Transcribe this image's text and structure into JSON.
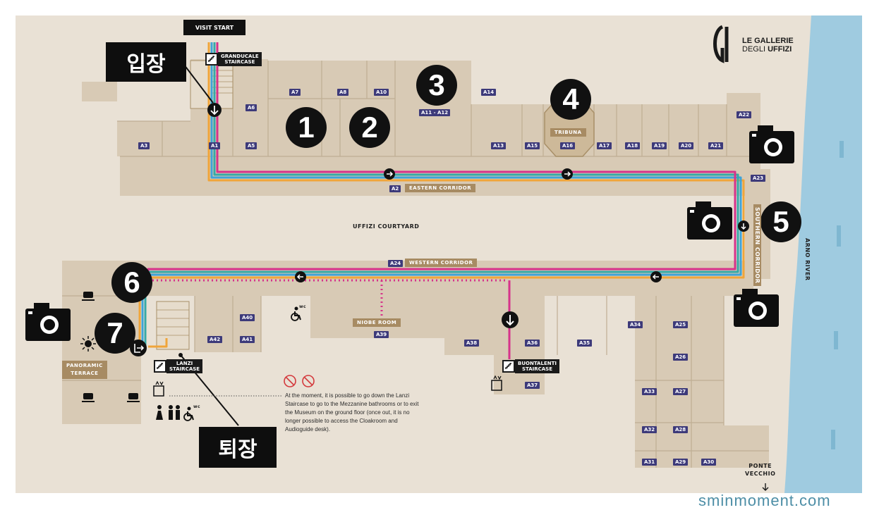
{
  "map": {
    "visit_start": "VISIT START",
    "entrance": "입장",
    "exit": "퇴장",
    "courtyard": "UFFIZI COURTYARD",
    "river": "ARNO RIVER",
    "ponte_vecchio": "PONTE\nVECCHIO",
    "watermark": "sminmoment.com",
    "logo": {
      "line1": "LE GALLERIE",
      "line2_a": "DEGLI ",
      "line2_b": "UFFIZI"
    },
    "corridors": {
      "eastern": "EASTERN CORRIDOR",
      "western": "WESTERN CORRIDOR",
      "southern": "SOUTHERN CORRIDOR"
    },
    "halls": {
      "tribuna": "TRIBUNA",
      "niobe": "NIOBE ROOM",
      "terrace": "PANORAMIC\nTERRACE"
    },
    "staircases": {
      "granducale": "GRANDUCALE\nSTAIRCASE",
      "lanzi": "LANZI\nSTAIRCASE",
      "buontalenti": "BUONTALENTI\nSTAIRCASE"
    },
    "note": "At the moment, it is possible to go down the Lanzi Staircase to go to the Mezzanine bathrooms or to exit the Museum on the ground floor (once out, it is no longer possible to access the Cloakroom and Audioguide desk).",
    "route_numbers": [
      "1",
      "2",
      "3",
      "4",
      "5",
      "6",
      "7"
    ],
    "wc_label": "wc",
    "rooms": {
      "A3": "A3",
      "A1": "A1",
      "A5": "A5",
      "A6": "A6",
      "A7": "A7",
      "A8": "A8",
      "A10": "A10",
      "A11_12": "A11 - A12",
      "A14": "A14",
      "A13": "A13",
      "A15": "A15",
      "A16": "A16",
      "A17": "A17",
      "A18": "A18",
      "A19": "A19",
      "A20": "A20",
      "A21": "A21",
      "A22": "A22",
      "A23": "A23",
      "A2": "A2",
      "A24": "A24",
      "A39": "A39",
      "A40": "A40",
      "A41": "A41",
      "A42": "A42",
      "A38": "A38",
      "A36": "A36",
      "A35": "A35",
      "A34": "A34",
      "A25": "A25",
      "A26": "A26",
      "A27": "A27",
      "A33": "A33",
      "A32": "A32",
      "A28": "A28",
      "A31": "A31",
      "A29": "A29",
      "A30": "A30",
      "A37": "A37"
    },
    "colors": {
      "background": "#e9e1d5",
      "building": "#d8cab5",
      "building_dark": "#c7b597",
      "river": "#9fcbe0",
      "route_pink": "#d6338a",
      "route_teal": "#36a9a6",
      "route_orange": "#f0a53a",
      "route_blue": "#3ea3d8",
      "label": "#3d3a7a"
    }
  }
}
